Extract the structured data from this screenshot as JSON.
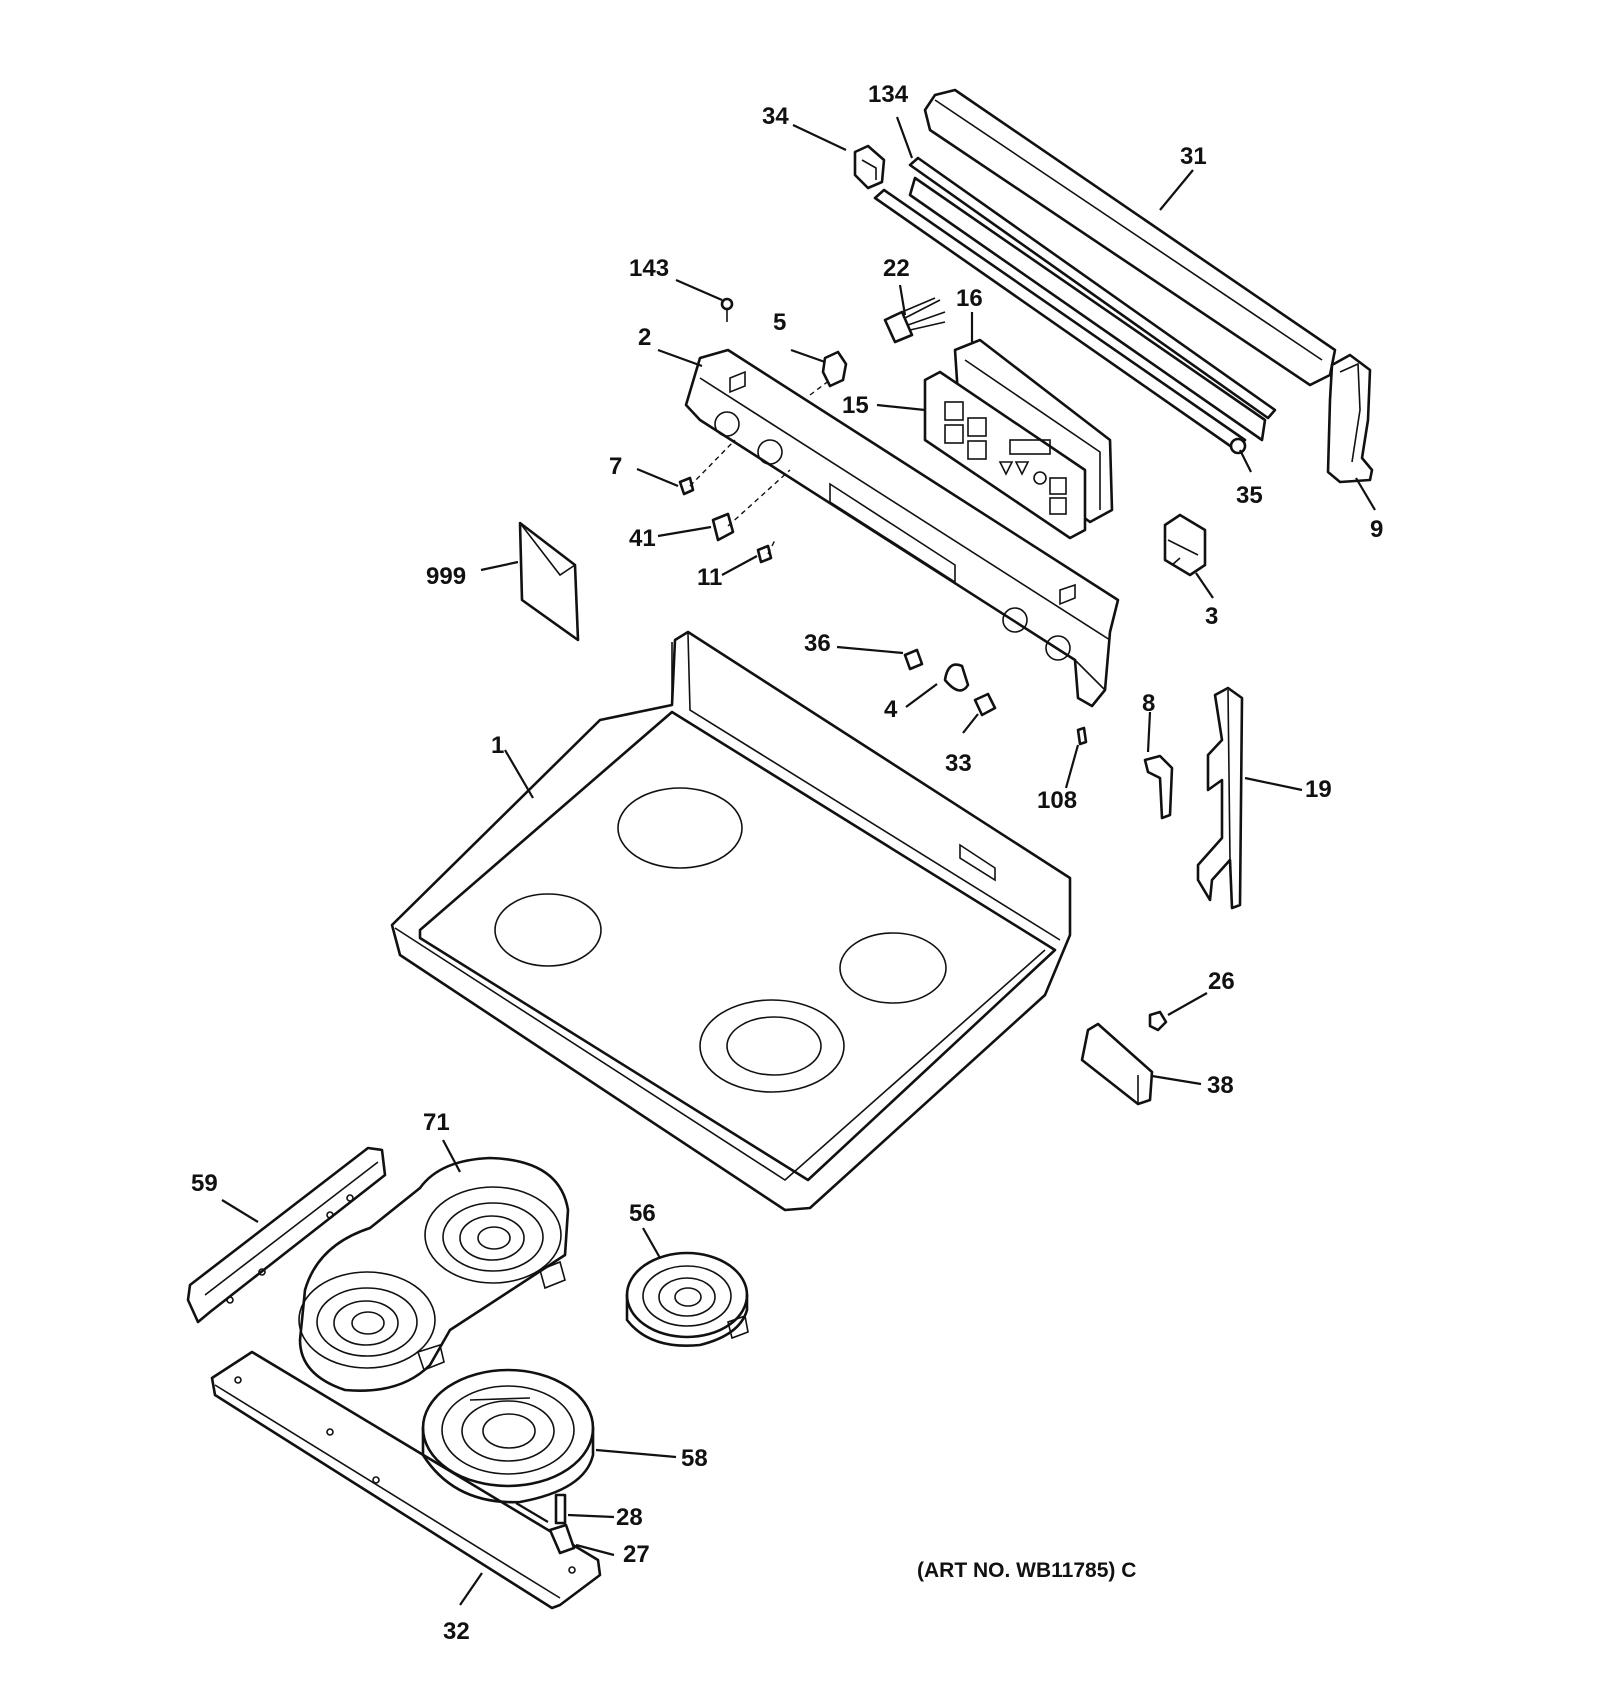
{
  "callouts": {
    "c34": "34",
    "c134": "134",
    "c31": "31",
    "c143": "143",
    "c22": "22",
    "c16": "16",
    "c5": "5",
    "c2": "2",
    "c15": "15",
    "c7": "7",
    "c35": "35",
    "c9": "9",
    "c41": "41",
    "c11": "11",
    "c999": "999",
    "c3": "3",
    "c36": "36",
    "c4": "4",
    "c33": "33",
    "c8": "8",
    "c1": "1",
    "c108": "108",
    "c19": "19",
    "c26": "26",
    "c38": "38",
    "c71": "71",
    "c59": "59",
    "c56": "56",
    "c58": "58",
    "c28": "28",
    "c27": "27",
    "c32": "32"
  },
  "art_number": "(ART NO. WB11785) C"
}
